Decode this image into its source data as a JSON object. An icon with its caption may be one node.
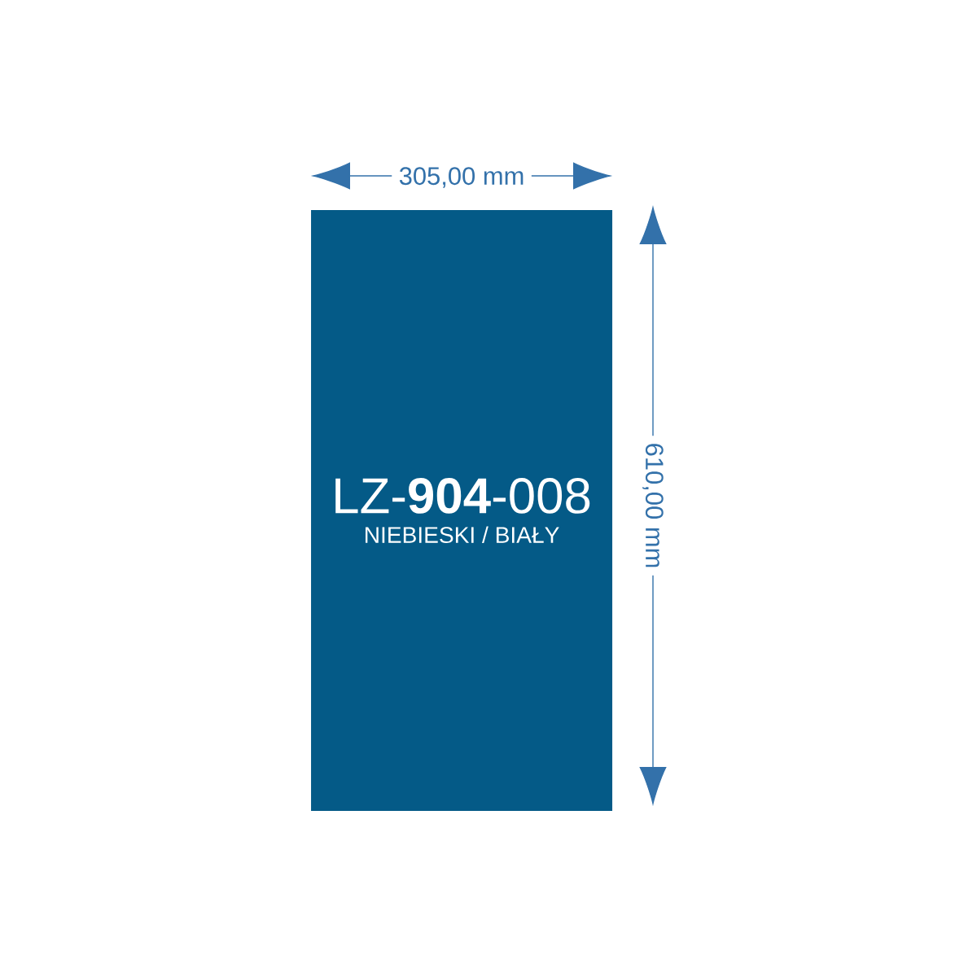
{
  "diagram": {
    "nodes": [
      {
        "text": [
          "LZ-**904**-008",
          "NIEBIESKI / BIAŁY"
        ]
      }
    ],
    "labels": [
      "305,00 mm",
      "610,00 mm"
    ]
  }
}
